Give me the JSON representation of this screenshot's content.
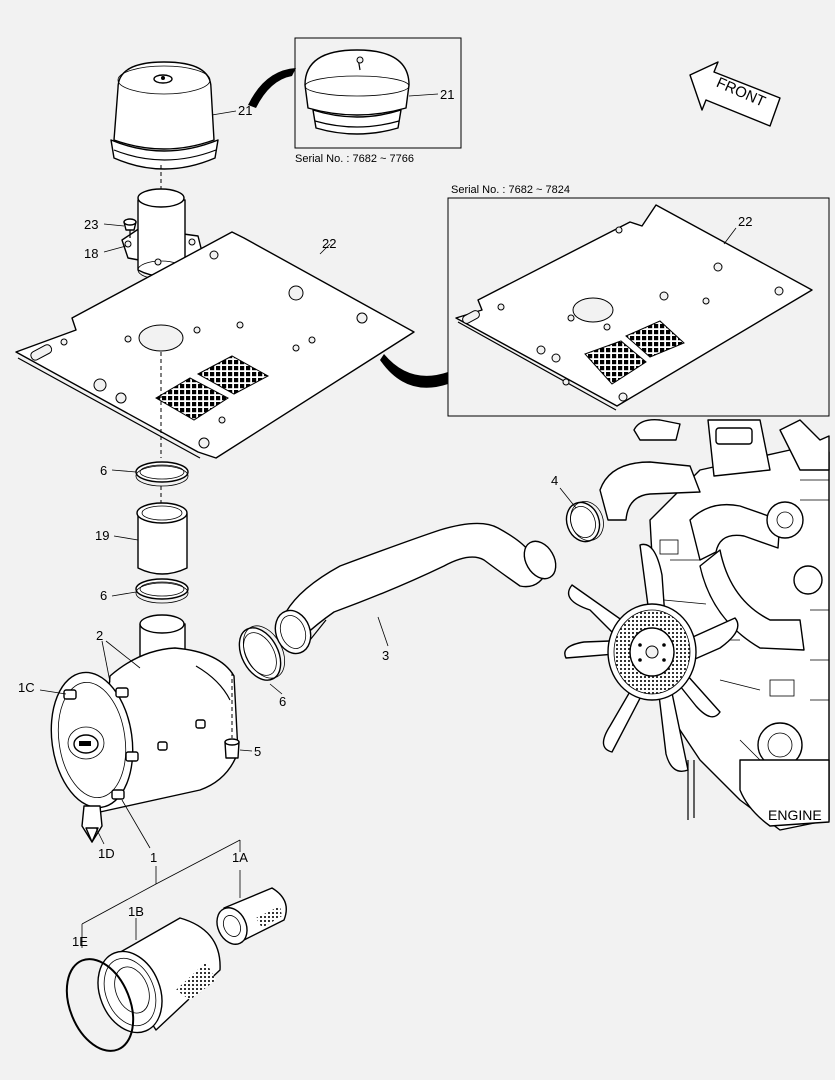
{
  "labels": {
    "p21_main": "21",
    "p21_inset": "21",
    "p22_main": "22",
    "p22_inset": "22",
    "p23": "23",
    "p18": "18",
    "p6_top": "6",
    "p19": "19",
    "p6_mid": "6",
    "p2": "2",
    "p1C": "1C",
    "p6_right": "6",
    "p5": "5",
    "p1D": "1D",
    "p1": "1",
    "p1A": "1A",
    "p1B": "1B",
    "p1E": "1E",
    "p4": "4",
    "p3": "3",
    "front": "FRONT",
    "engine": "ENGINE"
  },
  "insets": {
    "serial_cap": "Serial No. : 7682 ~ 7766",
    "serial_plate": "Serial No. : 7682 ~ 7824"
  },
  "colors": {
    "background": "#f2f2f2",
    "line": "#000000",
    "part_fill": "#ffffff"
  }
}
